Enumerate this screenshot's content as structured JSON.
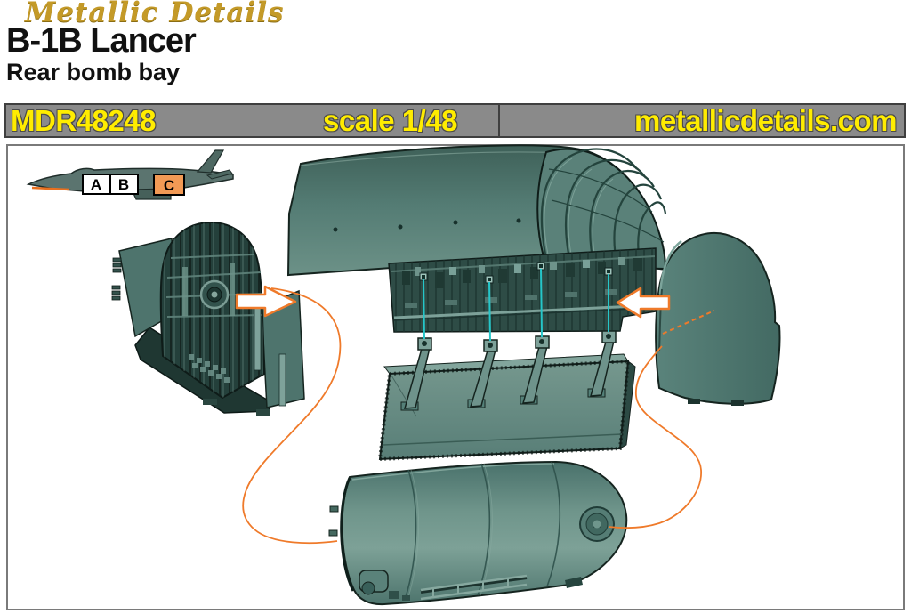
{
  "header": {
    "brand": "Metallic Details",
    "title": "B-1B Lancer",
    "subtitle": "Rear bomb bay",
    "product_code": "MDR48248",
    "scale_text": "scale 1/48",
    "website": "metallicdetails.com"
  },
  "locator": {
    "labels": [
      "A",
      "B",
      "C"
    ],
    "highlighted_bay": "C"
  },
  "diagram_parts": [
    "aircraft-side-profile-locator",
    "bomb-bay-roof-shell",
    "forward-bulkhead",
    "rear-bulkhead",
    "bomb-bay-door-with-hinges",
    "auxiliary-fuel-tank"
  ],
  "colors": {
    "part_teal": "#567f77",
    "part_teal_dark": "#2e4c46",
    "part_outline": "#15241f",
    "accent_orange": "#ef7a2a",
    "leader_cyan": "#25c6c9",
    "bar_gray": "#8a8a8a",
    "text_yellow": "#ffec00",
    "logo_gold": "#c49a28",
    "highlight_box_orange": "#f29a55"
  }
}
